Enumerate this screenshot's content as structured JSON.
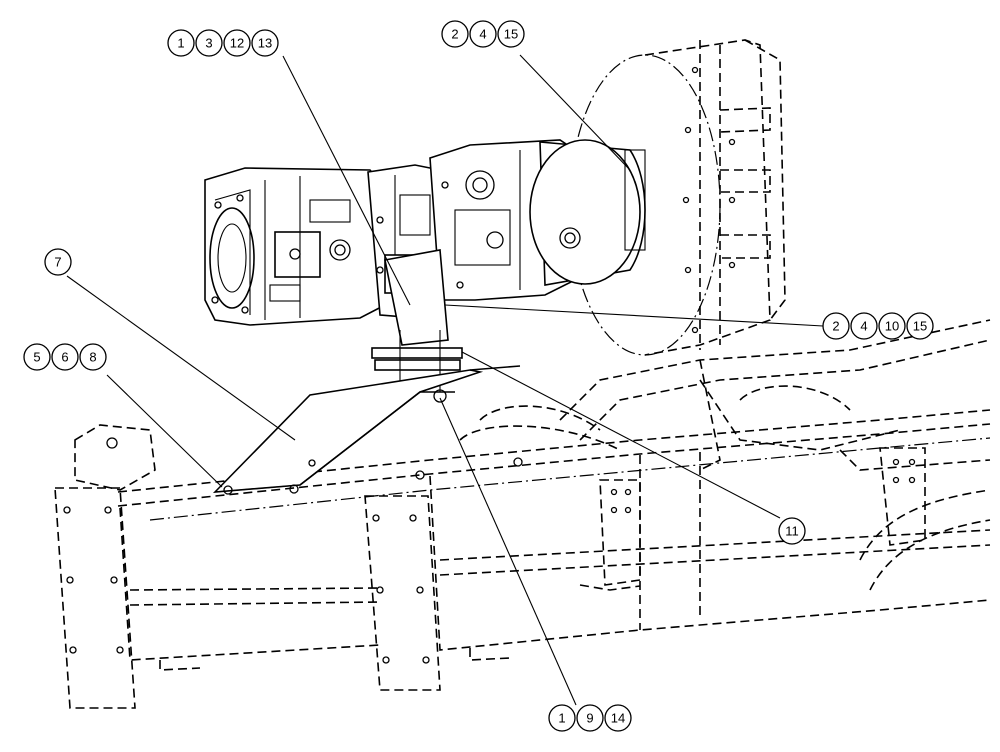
{
  "callouts": [
    {
      "id": "g1",
      "labels": [
        "1",
        "3",
        "12",
        "13"
      ]
    },
    {
      "id": "g2",
      "labels": [
        "2",
        "4",
        "15"
      ]
    },
    {
      "id": "g3",
      "labels": [
        "7"
      ]
    },
    {
      "id": "g4",
      "labels": [
        "5",
        "6",
        "8"
      ]
    },
    {
      "id": "g5",
      "labels": [
        "2",
        "4",
        "10",
        "15"
      ]
    },
    {
      "id": "g6",
      "labels": [
        "11"
      ]
    },
    {
      "id": "g7",
      "labels": [
        "1",
        "9",
        "14"
      ]
    }
  ]
}
